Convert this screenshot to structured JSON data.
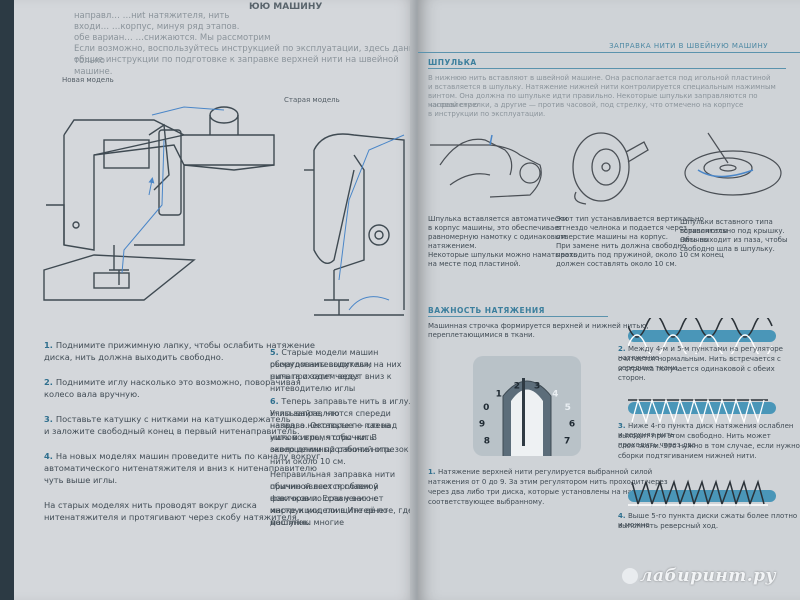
{
  "left_page": {
    "top_title": "ЮЮ МАШИНУ",
    "intro": [
      "направл…                   …ниt натяжителя, нить",
      "входи…                      …корпус, минуя ряд этапов.",
      "обе вариан…                 …снижаются. Мы рассмотрим",
      "Если возможно, воспользуйтесь инструкцией по эксплуатации, здесь даны только",
      "общие инструкции по подготовке к заправке верхней нити на швейной машине."
    ],
    "label_new": "Новая модель",
    "label_old": "Старая модель",
    "steps_left": [
      {
        "num": "1.",
        "text": "Поднимите прижимную лапку, чтобы ослабить натяжение"
      },
      {
        "num": "",
        "text": "диска, нить должна выходить свободно."
      },
      {
        "num": "2.",
        "text": "Поднимите иглу насколько это возможно, поворачивая"
      },
      {
        "num": "",
        "text": "колесо вала вручную."
      },
      {
        "num": "3.",
        "text": "Поставьте катушку с нитками на катушкодержатель"
      },
      {
        "num": "",
        "text": "и заложите свободный конец в первый нитенаправитель."
      },
      {
        "num": "4.",
        "text": "На новых моделях машин проведите нить по каналу вокруг"
      },
      {
        "num": "",
        "text": "автоматического нитенатяжителя и вниз к нитенаправителю"
      },
      {
        "num": "",
        "text": "чуть выше иглы."
      },
      {
        "num": "",
        "text": "На старых моделях нить проводят вокруг диска"
      },
      {
        "num": "",
        "text": "нитенатяжителя и протягивают через скобу натяжителя."
      }
    ],
    "steps_mid": [
      {
        "num": "5.",
        "text": "Старые модели машин оборудованы выпуклым"
      },
      {
        "num": "",
        "text": "рычагом нитеводителя, на них нить проходит через"
      },
      {
        "num": "",
        "text": "рычага и затем ведут вниз к нитеводителю иглы"
      },
      {
        "num": "6.",
        "text": "Теперь заправьте нить в иглу. Учитывайте, что"
      },
      {
        "num": "",
        "text": "иглы заправляются спереди назад, а некоторые — слева"
      },
      {
        "num": "",
        "text": "направо. Оставьте по паз над ушком иглы, чтобы нить"
      },
      {
        "num": "",
        "text": "нить во время строчки. В завершении протяните нить"
      },
      {
        "num": "",
        "text": "около длинный рабочий отрезок нити около 10 см."
      },
      {
        "num": "",
        "text": "Неправильная заправка нити обычно является главной"
      },
      {
        "num": "",
        "text": "причиной всех проблем у новичков по сравнению с"
      },
      {
        "num": "",
        "text": "факторами. Если у вас нет инструкции, поищите её по"
      },
      {
        "num": "",
        "text": "марке и модели в Интернете, где доступны многие"
      },
      {
        "num": "",
        "text": "машинок."
      }
    ]
  },
  "right_page": {
    "header": "ЗАПРАВКА НИТИ В ШВЕЙНУЮ МАШИНУ",
    "shuttle_title": "ШПУЛЬКА",
    "shuttle_text": [
      "В нижнюю нить вставляют в швейной машине. Она располагается под игольной пластиной",
      "и вставляется в шпульку. Натяжение нижней нити контролируется специальным нажимным",
      "винтом. Она должна по шпульке идти правильно. Некоторые шпульки заправляются по направлению",
      "часовой стрелки, а другие — против часовой, под стрелку, что отмечено на корпусе",
      "в инструкции по эксплуатации."
    ],
    "caption1": [
      "Шпулька вставляется автоматически",
      "в корпус машины, это обеспечивает",
      "равномерную намотку с одинаковым",
      "натяжением.",
      "Некоторые шпульки можно наматывать",
      "на месте под пластиной."
    ],
    "caption2": [
      "Этот тип устанавливается вертикально",
      "в гнездо челнока и подается через",
      "отверстие машины на корпус.",
      "При замене нить должна свободно",
      "проходить под пружиной, около 10 см конец",
      "должен составлять около 10 см."
    ],
    "caption3": [
      "Шпульки вставного типа вставляются",
      "горизонтально под крышку. Обычно",
      "нить выходит из паза, чтобы",
      "свободно шла в шпульку."
    ],
    "tension_title": "ВАЖНОСТЬ НАТЯЖЕНИЯ",
    "tension_intro": [
      "Машинная строчка формируется верхней и нижней нитью,",
      "переплетающимися в ткани."
    ],
    "dial_numbers": [
      "0",
      "1",
      "2",
      "3",
      "4",
      "5",
      "6",
      "7",
      "8",
      "9"
    ],
    "dial_caption": [
      {
        "num": "1.",
        "text": "Натяжение верхней нити регулируется выбранной силой"
      },
      {
        "num": "",
        "text": "натяжения от 0 до 9. За этим регулятором нить проходит через"
      },
      {
        "num": "",
        "text": "через два либо три диска, которые установлены на натяжение,"
      },
      {
        "num": "",
        "text": "соответствующее выбранному."
      }
    ],
    "tension_steps": [
      {
        "num": "2.",
        "lines": [
          "Между 4-м и 5-м пунктами на регуляторе натяжение",
          "считается нормальным. Нить встречается с середине ткани,",
          "и строчка получается одинаковой с обеих сторон."
        ]
      },
      {
        "num": "3.",
        "lines": [
          "Ниже 4-го пункта диск натяжения ослаблен и верхняя нить",
          "выходит при этом свободно. Нить может проходить через два",
          "слоя ткани. Это нужно в том случае, если нужно",
          "сборки подтягиванием нижней нити."
        ]
      },
      {
        "num": "4.",
        "lines": [
          "Выше 5-го пункта диски сжаты более плотно и можно",
          "выполнять реверсный ход."
        ]
      }
    ]
  },
  "watermark": "лабиринт.ру",
  "colors": {
    "accent": "#3c7f9d",
    "fabric": "#4a96b8",
    "paper": "#d4d7db"
  }
}
